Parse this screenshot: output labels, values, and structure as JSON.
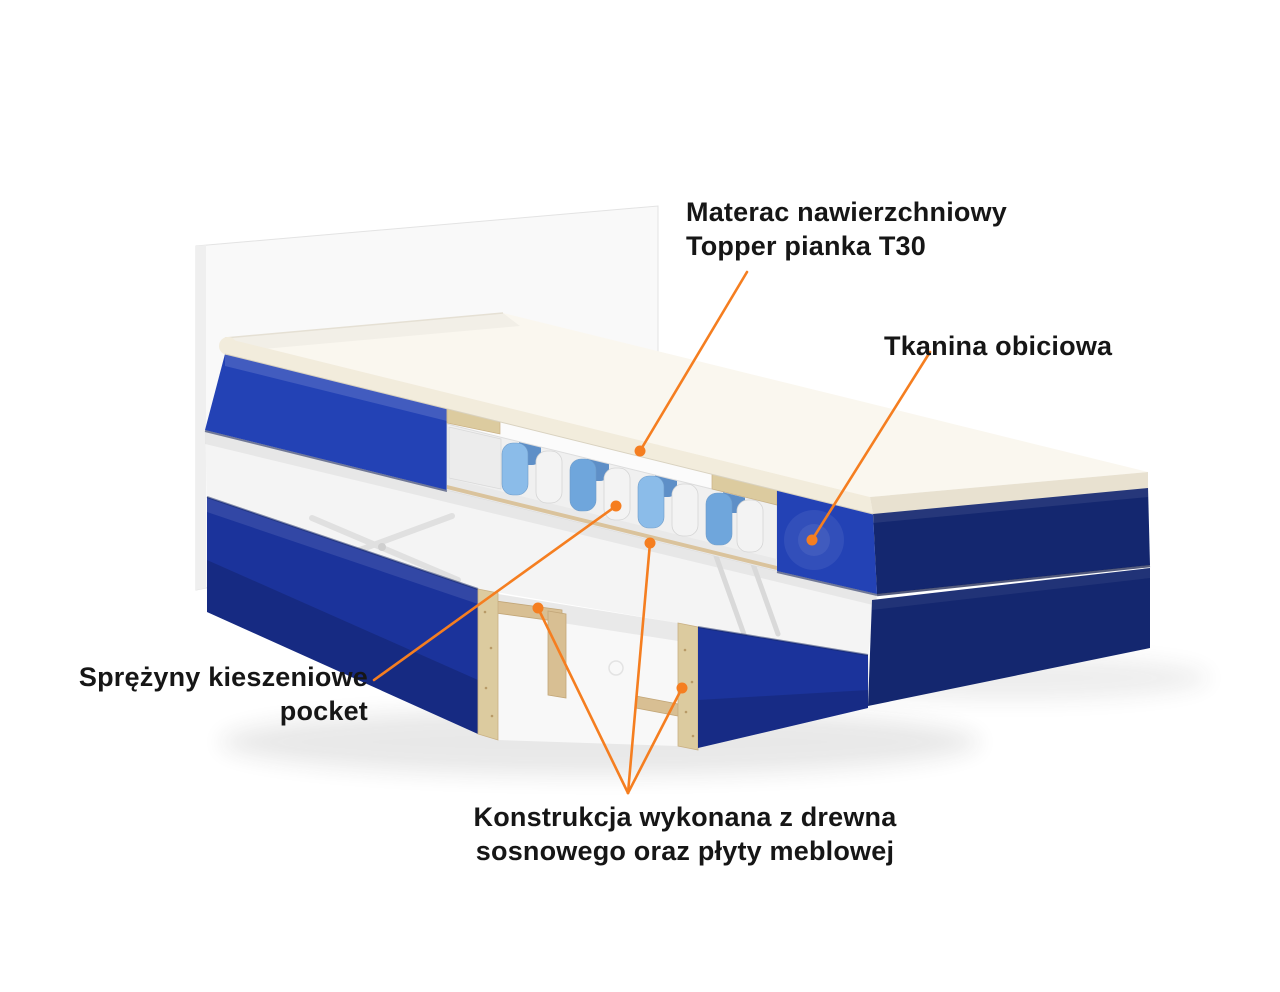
{
  "colors": {
    "background": "#ffffff",
    "text": "#161616",
    "accent": "#F57E20",
    "bed_blue": "#2342B5",
    "bed_blue_dark": "#1B339B",
    "bed_blue_deep": "#14276F",
    "wood": "#D8BF93",
    "wood_board": "#DCCB9F",
    "topper_cream": "#F2ECDC",
    "spring_blue": "#8BBCE9",
    "spring_blue_dark": "#6FA6DC",
    "headboard": "#F9F9F9"
  },
  "diagram": {
    "annotations": [
      {
        "id": "topper",
        "lines": [
          "Materac nawierzchniowy",
          "Topper pianka T30"
        ]
      },
      {
        "id": "fabric",
        "lines": [
          "Tkanina obiciowa"
        ]
      },
      {
        "id": "springs",
        "lines": [
          "Sprężyny kieszeniowe",
          "pocket"
        ]
      },
      {
        "id": "frame",
        "lines": [
          "Konstrukcja wykonana  z drewna",
          "sosnowego oraz płyty meblowej"
        ]
      }
    ]
  }
}
